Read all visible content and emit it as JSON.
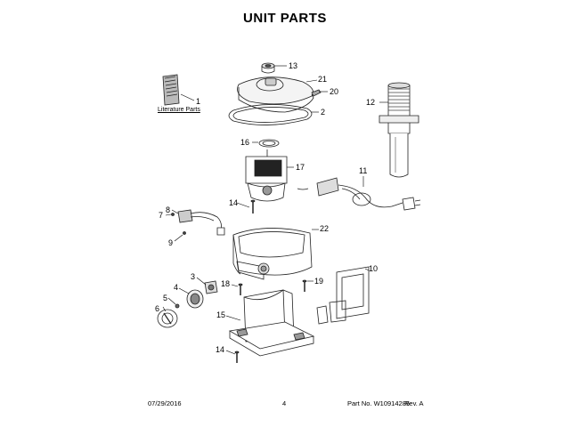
{
  "title": "UNIT PARTS",
  "literature_label": "Literature Parts",
  "callouts": [
    "1",
    "2",
    "3",
    "4",
    "5",
    "6",
    "7",
    "8",
    "9",
    "10",
    "11",
    "12",
    "13",
    "14",
    "14",
    "15",
    "16",
    "17",
    "18",
    "19",
    "20",
    "21",
    "22"
  ],
  "footer": {
    "date": "07/29/2016",
    "page": "4",
    "part_no": "Part No. W10914285",
    "rev": "Rev. A"
  }
}
